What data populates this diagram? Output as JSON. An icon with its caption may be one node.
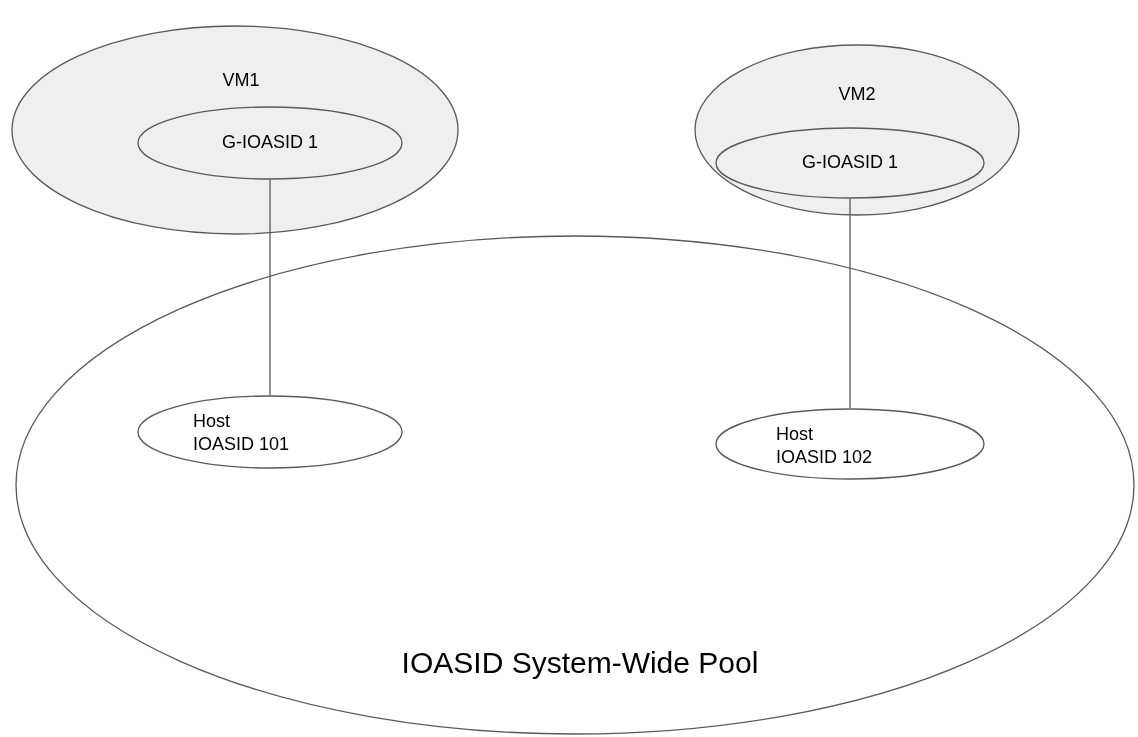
{
  "diagram": {
    "nodes": [
      {
        "text": [
          "VM1"
        ]
      },
      {
        "text": [
          "G-IOASID 1"
        ],
        "in": 0
      },
      {
        "text": [
          "VM2"
        ]
      },
      {
        "text": [
          "G-IOASID 1"
        ],
        "in": 2
      },
      {
        "text": [
          "IOASID System-Wide Pool"
        ]
      },
      {
        "text": [
          "Host IOASID 101"
        ],
        "in": 4
      },
      {
        "text": [
          "Host IOASID 102"
        ],
        "in": 4
      }
    ],
    "edges": [
      {
        "from": 1,
        "to": 5,
        "arrow": "none"
      },
      {
        "from": 3,
        "to": 6,
        "arrow": "none"
      }
    ]
  }
}
